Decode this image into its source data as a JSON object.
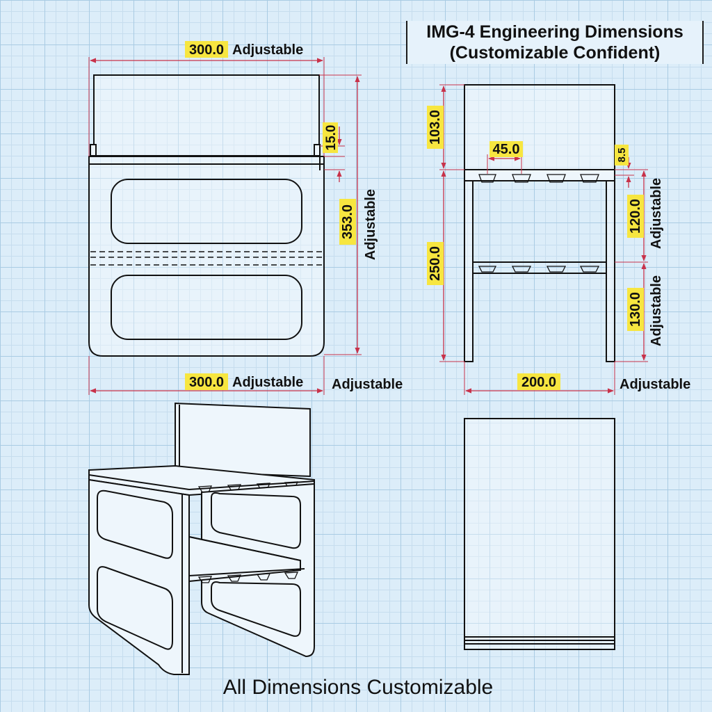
{
  "title": {
    "line1": "IMG-4 Engineering Dimensions",
    "line2": "(Customizable Confident)"
  },
  "footer": "All Dimensions Customizable",
  "views": {
    "front": {
      "top_width": "300.0",
      "top_width_note": "Adjustable",
      "panel_offset": "15.0",
      "height": "353.0",
      "height_note": "Adjustable",
      "bottom_width": "300.0",
      "bottom_width_note": "Adjustable",
      "side_note": "Adjustable"
    },
    "side": {
      "top_height": "103.0",
      "hook_spacing": "45.0",
      "hook_depth": "8.5",
      "shelf_gap": "120.0",
      "shelf_gap_note": "Adjustable",
      "frame_height": "250.0",
      "lower_gap": "130.0",
      "lower_gap_note": "Adjustable",
      "width": "200.0",
      "width_note": "Adjustable"
    }
  },
  "colors": {
    "dimension_line": "#c8324a",
    "value_highlight": "#f7e640",
    "grid": "#a9cbe3",
    "outline": "#111111"
  }
}
